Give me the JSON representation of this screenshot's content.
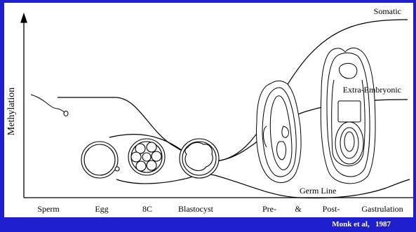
{
  "axis": {
    "ylabel": "Methylation"
  },
  "stages": [
    "Sperm",
    "Egg",
    "8C",
    "Blastocyst",
    "Pre-",
    "&",
    "Post-",
    "Gastrulation"
  ],
  "curves": {
    "somatic": "Somatic",
    "extra_embryonic": "Extra-Embryonic",
    "germ_line": "Germ Line"
  },
  "citation": "Monk et al,   1987"
}
